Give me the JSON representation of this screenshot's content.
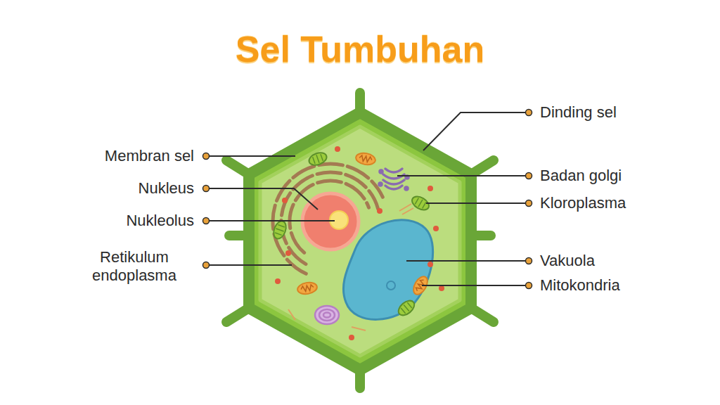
{
  "diagram": {
    "title": "Sel Tumbuhan",
    "labels": [
      "Membran sel",
      "Nukleus",
      "Nukleolus",
      "Retikulum endoplasma",
      "Dinding sel",
      "Badan golgi",
      "Kloroplasma",
      "Vakuola",
      "Mitokondria"
    ]
  }
}
